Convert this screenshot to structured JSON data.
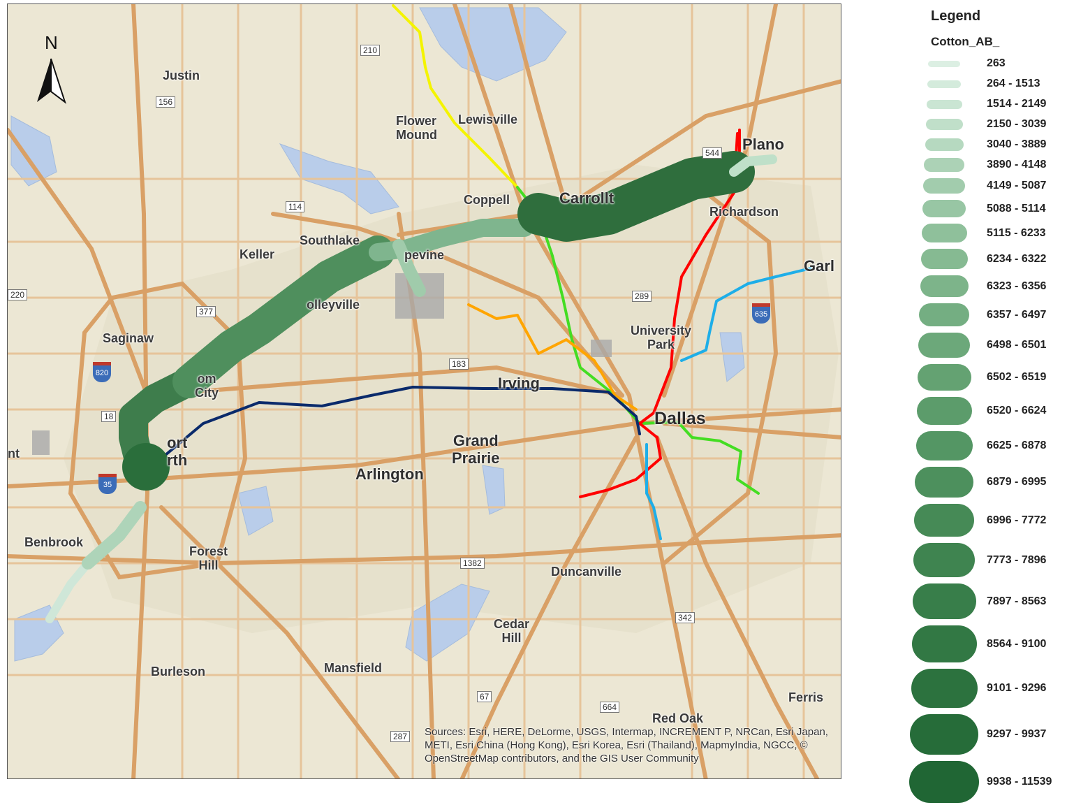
{
  "map": {
    "north_label": "N",
    "cities": [
      {
        "key": "justin",
        "name": "Justin"
      },
      {
        "key": "flower-mound",
        "name": "Flower\nMound"
      },
      {
        "key": "lewisville",
        "name": "Lewisville"
      },
      {
        "key": "plano",
        "name": "Plano"
      },
      {
        "key": "coppell",
        "name": "Coppell"
      },
      {
        "key": "carrollton",
        "name": "Carrollt"
      },
      {
        "key": "richardson",
        "name": "Richardson"
      },
      {
        "key": "keller",
        "name": "Keller"
      },
      {
        "key": "southlake",
        "name": "Southlake"
      },
      {
        "key": "grapevine",
        "name": "pevine"
      },
      {
        "key": "garland",
        "name": "Garl"
      },
      {
        "key": "colleyville",
        "name": "olleyville"
      },
      {
        "key": "university-park",
        "name": "University\nPark"
      },
      {
        "key": "saginaw",
        "name": "Saginaw"
      },
      {
        "key": "haltom-city",
        "name": "om\nCity"
      },
      {
        "key": "irving",
        "name": "Irving"
      },
      {
        "key": "dallas",
        "name": "Dallas"
      },
      {
        "key": "fort-worth",
        "name": "ort\nrth"
      },
      {
        "key": "grand-prairie",
        "name": "Grand\nPrairie"
      },
      {
        "key": "arlington",
        "name": "Arlington"
      },
      {
        "key": "benbrook",
        "name": "Benbrook"
      },
      {
        "key": "forest-hill",
        "name": "Forest\nHill"
      },
      {
        "key": "duncanville",
        "name": "Duncanville"
      },
      {
        "key": "cedar-hill",
        "name": "Cedar\nHill"
      },
      {
        "key": "burleson",
        "name": "Burleson"
      },
      {
        "key": "mansfield",
        "name": "Mansfield"
      },
      {
        "key": "red-oak",
        "name": "Red Oak"
      },
      {
        "key": "ferris",
        "name": "Ferris"
      },
      {
        "key": "west-edge",
        "name": "nt"
      }
    ],
    "shields": [
      {
        "key": "s156",
        "label": "156"
      },
      {
        "key": "s114",
        "label": "114"
      },
      {
        "key": "s377",
        "label": "377"
      },
      {
        "key": "s220",
        "label": "220"
      },
      {
        "key": "s183",
        "label": "183"
      },
      {
        "key": "s289",
        "label": "289"
      },
      {
        "key": "s544",
        "label": "544"
      },
      {
        "key": "s1382",
        "label": "1382"
      },
      {
        "key": "s342",
        "label": "342"
      },
      {
        "key": "s67",
        "label": "67"
      },
      {
        "key": "s664",
        "label": "664"
      },
      {
        "key": "s287",
        "label": "287"
      },
      {
        "key": "s18",
        "label": "18"
      },
      {
        "key": "s210",
        "label": "210"
      }
    ],
    "interstates": [
      {
        "key": "i820",
        "label": "820"
      },
      {
        "key": "i635",
        "label": "635"
      },
      {
        "key": "i35",
        "label": "35"
      }
    ],
    "attribution": "Sources: Esri, HERE, DeLorme, USGS, Intermap, INCREMENT P, NRCan, Esri Japan, METI, Esri China (Hong Kong), Esri Korea, Esri (Thailand), MapmyIndia, NGCC, © OpenStreetMap contributors, and the GIS User Community",
    "colors": {
      "background": "#ece7d4",
      "water": "#b9cdea",
      "highway": "#d9a066",
      "minor_road": "#e6c49a",
      "rail_red": "#ff0000",
      "rail_blue": "#1eaee8",
      "rail_green": "#44dd22",
      "rail_orange": "#ffa500",
      "rail_yellow": "#f4f400",
      "rail_navy": "#0a2a6b"
    }
  },
  "legend": {
    "title": "Legend",
    "field": "Cotton_AB_",
    "classes": [
      {
        "label": "263",
        "color": "#dcefe3"
      },
      {
        "label": "264 - 1513",
        "color": "#d4ebdc"
      },
      {
        "label": "1514 - 2149",
        "color": "#cae5d3"
      },
      {
        "label": "2150 - 3039",
        "color": "#c0dfc9"
      },
      {
        "label": "3040 - 3889",
        "color": "#b6d9c0"
      },
      {
        "label": "3890 - 4148",
        "color": "#acd2b6"
      },
      {
        "label": "4149 - 5087",
        "color": "#a2ccad"
      },
      {
        "label": "5088 - 5114",
        "color": "#98c6a4"
      },
      {
        "label": "5115 - 6233",
        "color": "#8fc09b"
      },
      {
        "label": "6234 - 6322",
        "color": "#86ba92"
      },
      {
        "label": "6323 - 6356",
        "color": "#7db48a"
      },
      {
        "label": "6357 - 6497",
        "color": "#74ae82"
      },
      {
        "label": "6498 - 6501",
        "color": "#6ca87a"
      },
      {
        "label": "6502 - 6519",
        "color": "#64a272"
      },
      {
        "label": "6520 - 6624",
        "color": "#5c9c6b"
      },
      {
        "label": "6625 - 6878",
        "color": "#549664"
      },
      {
        "label": "6879 - 6995",
        "color": "#4d905d"
      },
      {
        "label": "6996 - 7772",
        "color": "#468a56"
      },
      {
        "label": "7773 - 7896",
        "color": "#3f8450"
      },
      {
        "label": "7897 - 8563",
        "color": "#387e4a"
      },
      {
        "label": "8564 - 9100",
        "color": "#327844"
      },
      {
        "label": "9101 - 9296",
        "color": "#2c723e"
      },
      {
        "label": "9297 - 9937",
        "color": "#266c39"
      },
      {
        "label": "9938 - 11539",
        "color": "#206634"
      }
    ]
  }
}
